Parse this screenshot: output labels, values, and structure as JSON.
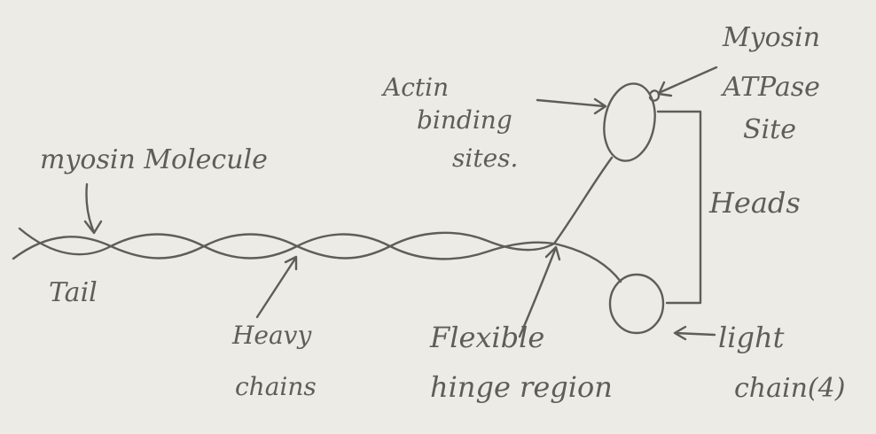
{
  "labels": {
    "myosin_molecule": "myosin Molecule",
    "actin_line1": "Actin",
    "actin_line2": "binding",
    "actin_line3": "sites.",
    "myosin_atpase_line1": "Myosin",
    "myosin_atpase_line2": "ATPase",
    "myosin_atpase_line3": "Site",
    "heads": "Heads",
    "tail": "Tail",
    "heavy_line1": "Heavy",
    "heavy_line2": "chains",
    "flexible_line1": "Flexible",
    "flexible_line2": "hinge region",
    "light_line1": "light",
    "light_line2": "chain(4)"
  },
  "colors": {
    "ink": "#5e5e58",
    "paper": "#ecebe6"
  }
}
